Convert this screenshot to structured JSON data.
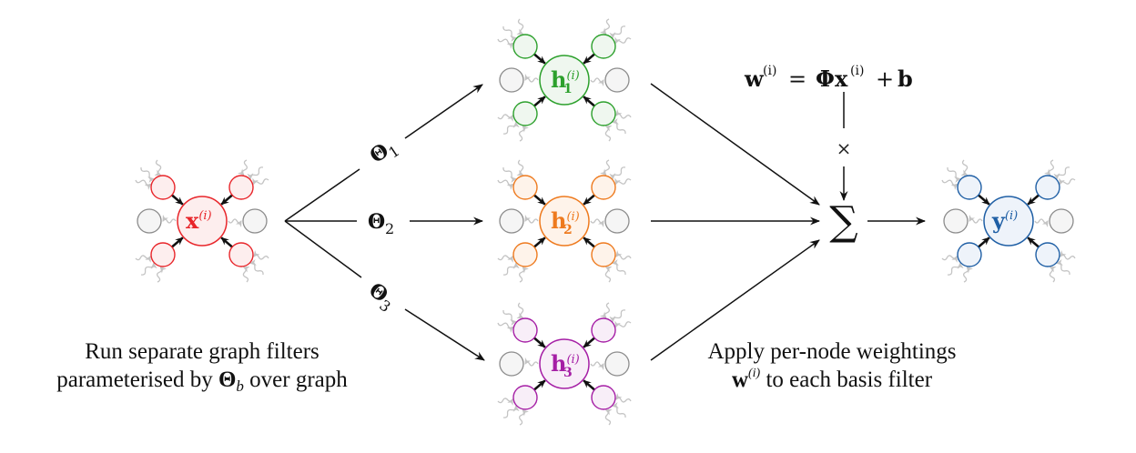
{
  "input_node": {
    "symbol": "x",
    "superscript": "(i)",
    "subscript": "",
    "stroke": "#e8252a",
    "fill": "#fdeeee",
    "text_color": "#e8252a"
  },
  "basis_nodes": [
    {
      "symbol": "h",
      "subscript": "1",
      "superscript": "(i)",
      "stroke": "#2ca02c",
      "fill": "#eff7ef",
      "text_color": "#2ca02c"
    },
    {
      "symbol": "h",
      "subscript": "2",
      "superscript": "(i)",
      "stroke": "#ee7a1e",
      "fill": "#fef3ea",
      "text_color": "#ee7a1e"
    },
    {
      "symbol": "h",
      "subscript": "3",
      "superscript": "(i)",
      "stroke": "#a51ea5",
      "fill": "#f8eef8",
      "text_color": "#a51ea5"
    }
  ],
  "output_node": {
    "symbol": "y",
    "superscript": "(i)",
    "subscript": "",
    "stroke": "#1f5fa5",
    "fill": "#eef3fa",
    "text_color": "#1f5fa5"
  },
  "neighbor_style": {
    "gray_stroke": "#8c8c8c",
    "gray_fill": "#f5f5f5",
    "squiggle_color": "#c4c4c4",
    "edge_color": "#111111"
  },
  "filter_labels": [
    {
      "symbol": "Θ",
      "subscript": "1"
    },
    {
      "symbol": "Θ",
      "subscript": "2"
    },
    {
      "symbol": "Θ",
      "subscript": "3"
    }
  ],
  "weight_equation": {
    "lhs": "w",
    "lhs_sup": "(i)",
    "equals": "=",
    "phi": "Φ",
    "x": "x",
    "x_sup": "(i)",
    "plus": "+",
    "b": "b"
  },
  "multiply_symbol": "×",
  "sum_symbol": "∑",
  "captions": {
    "left": {
      "line1": "Run separate graph filters",
      "line2_prefix": "parameterised by ",
      "line2_symbol": "Θ",
      "line2_sub": "b",
      "line2_suffix": " over graph"
    },
    "right": {
      "line1": "Apply per-node weightings",
      "line2_symbol": "w",
      "line2_sup": "(i)",
      "line2_suffix": " to each basis filter"
    }
  }
}
